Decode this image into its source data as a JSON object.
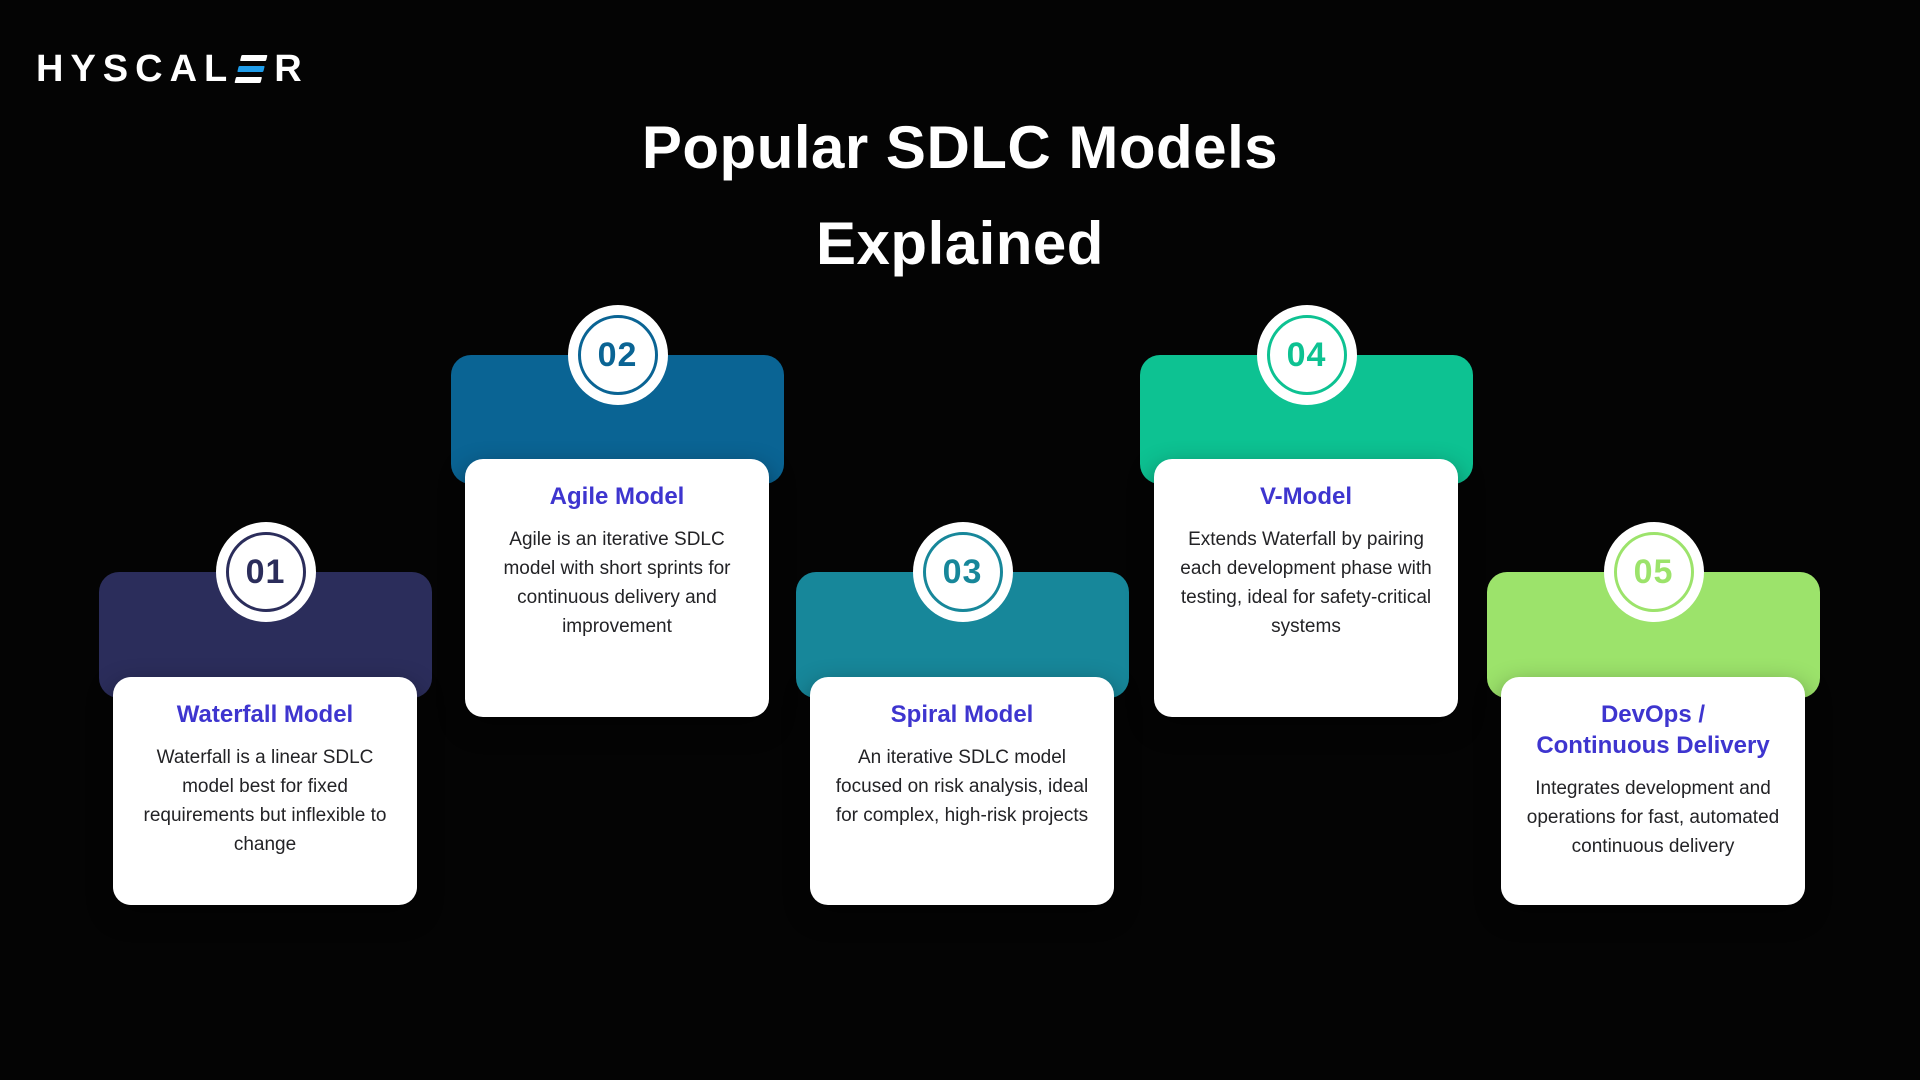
{
  "page": {
    "background": "#040404"
  },
  "logo": {
    "brand": "HYSCALER",
    "text_before_e": "HYSCAL",
    "text_after_e": "R",
    "e_middle_bar_color": "#1f9ce9"
  },
  "title": {
    "line1": "Popular SDLC Models",
    "line2": "Explained",
    "color": "#ffffff"
  },
  "accent": {
    "card_title_color": "#3e35cf",
    "card_body_color": "#232326"
  },
  "cards": [
    {
      "number": "01",
      "title": "Waterfall Model",
      "body": "Waterfall is a linear SDLC model best for fixed requirements but inflexible to change",
      "color": "#2b2d5b",
      "elevation": "low"
    },
    {
      "number": "02",
      "title": "Agile Model",
      "body": "Agile is an iterative SDLC model with short sprints for continuous delivery and improvement",
      "color": "#0a6494",
      "elevation": "high"
    },
    {
      "number": "03",
      "title": "Spiral Model",
      "body": "An iterative SDLC model focused on risk analysis, ideal for complex, high-risk projects",
      "color": "#17879a",
      "elevation": "low"
    },
    {
      "number": "04",
      "title": "V-Model",
      "body": "Extends Waterfall by pairing each development phase with testing, ideal for safety-critical systems",
      "color": "#0dc292",
      "elevation": "high"
    },
    {
      "number": "05",
      "title": "DevOps /\nContinuous Delivery",
      "body": "Integrates development and operations for fast, automated continuous delivery",
      "color": "#9ce36b",
      "elevation": "low"
    }
  ]
}
